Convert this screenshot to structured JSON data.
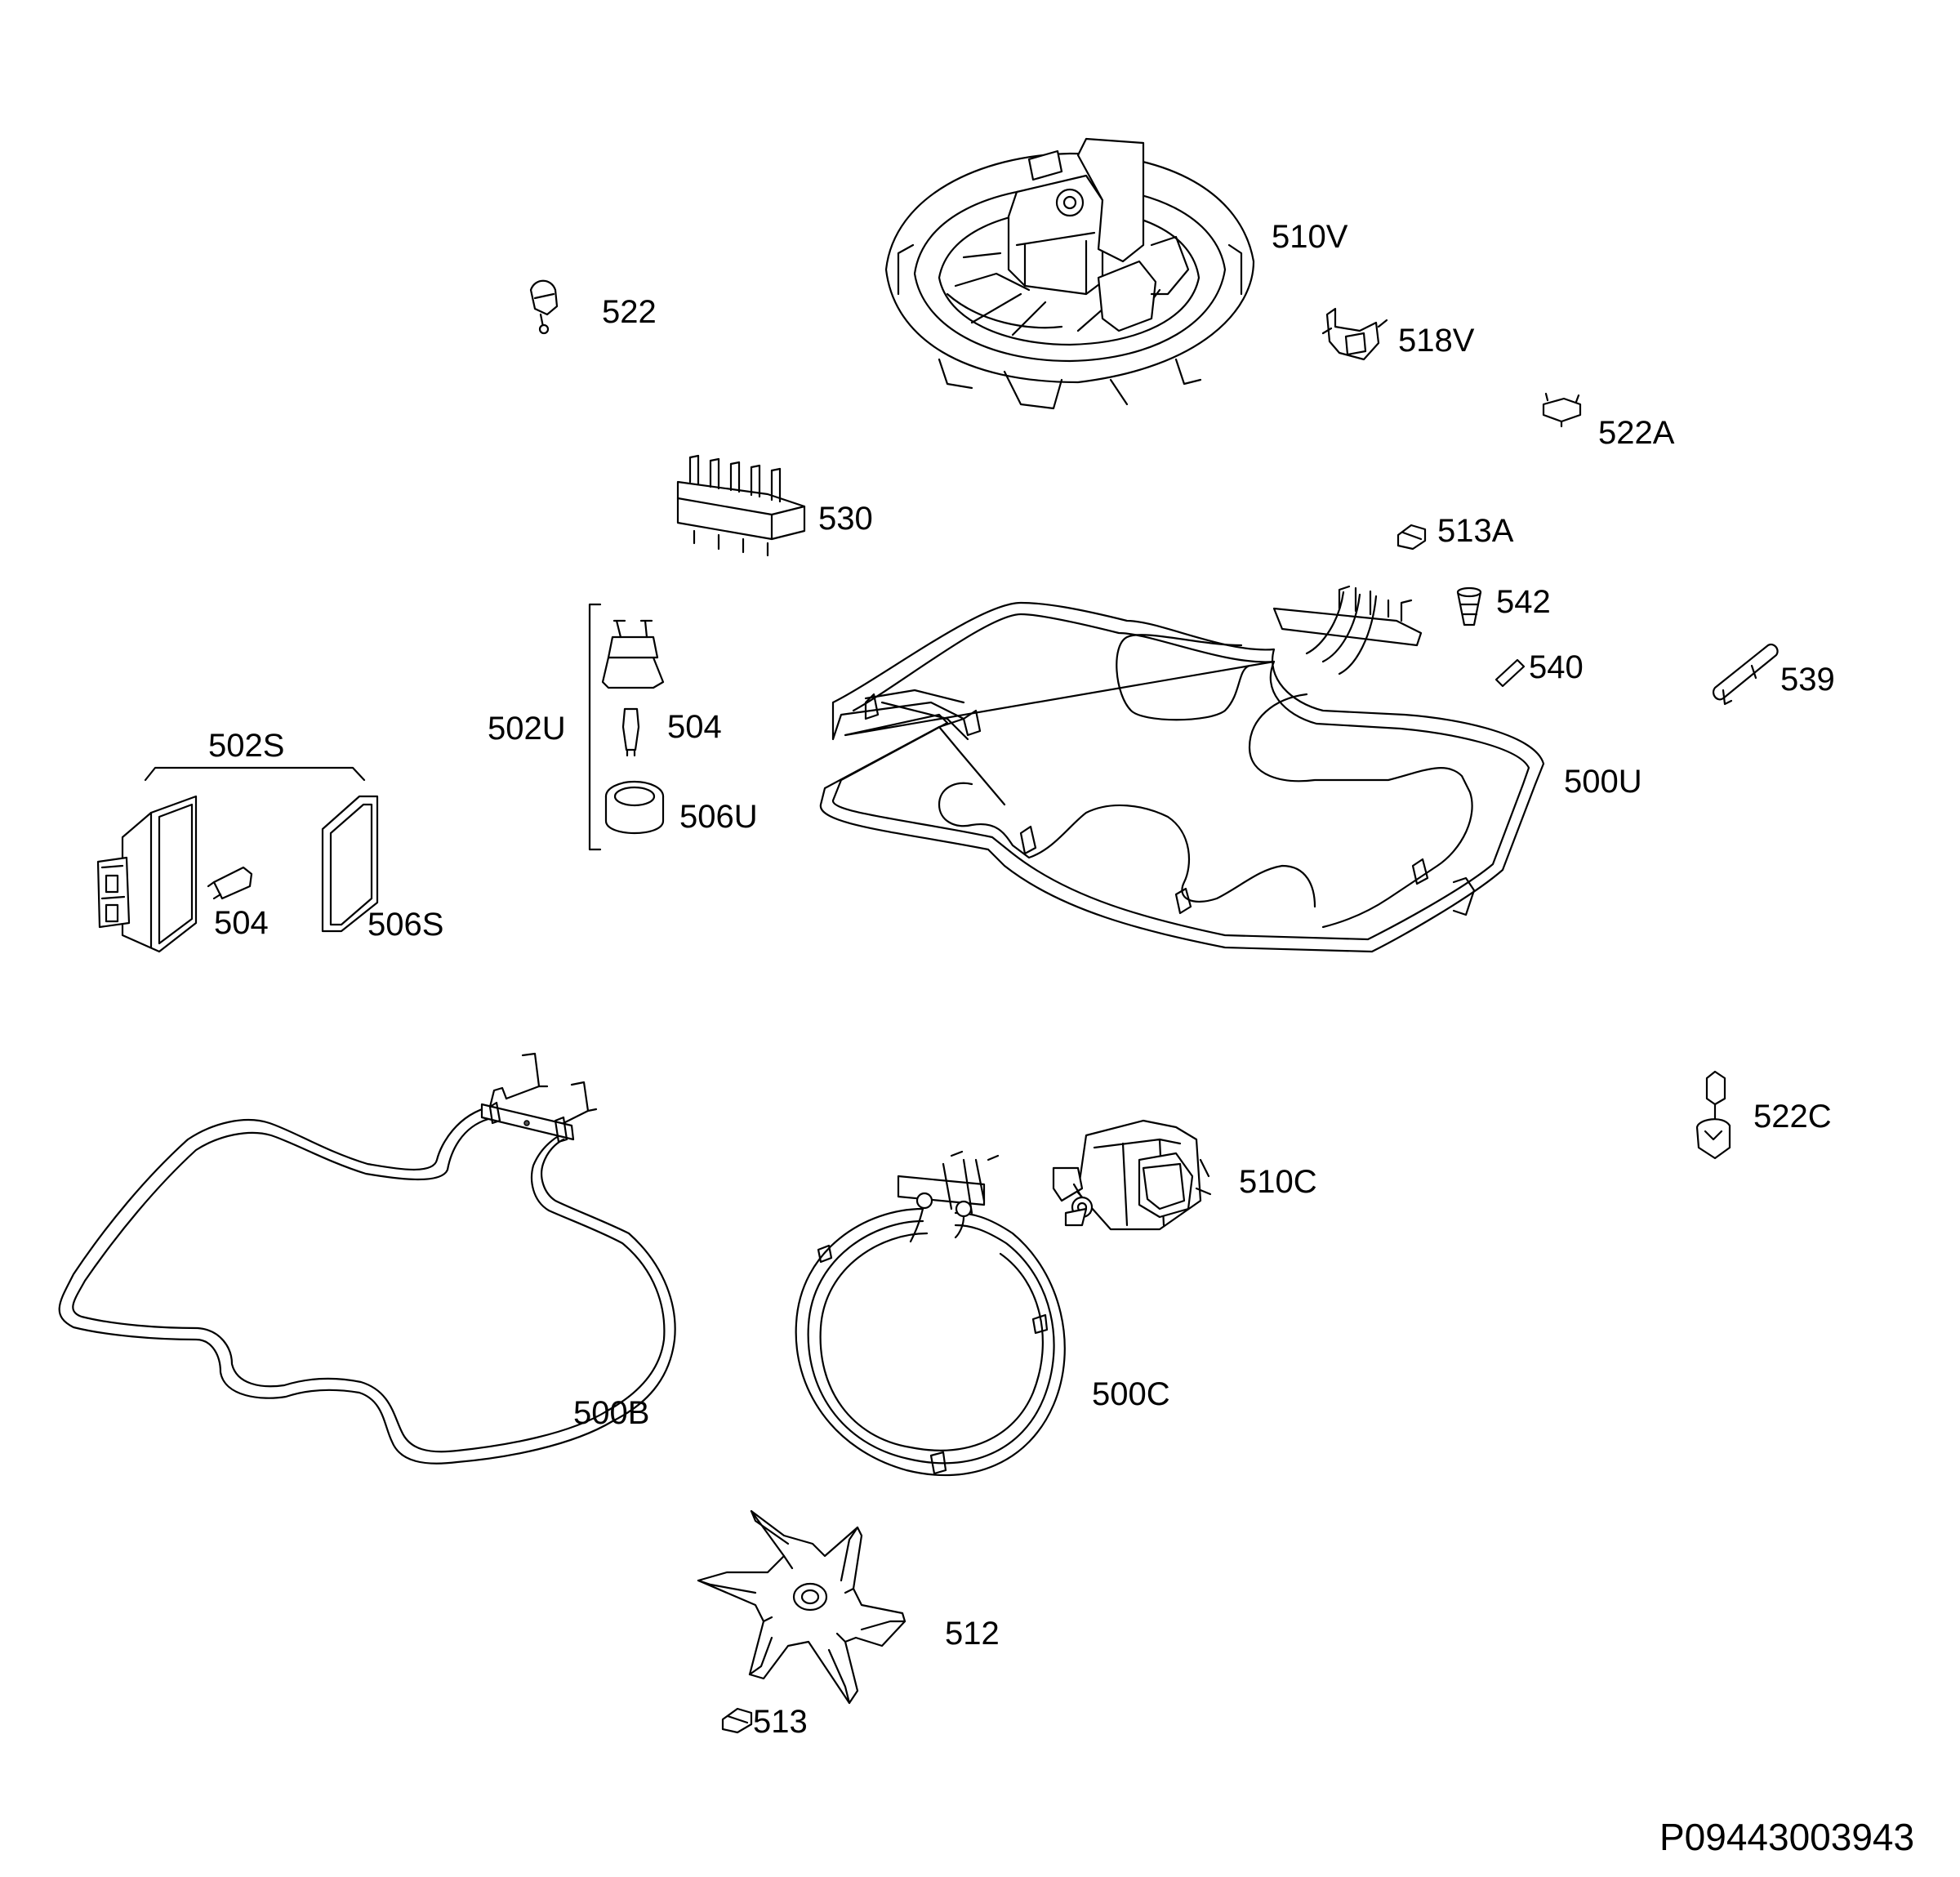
{
  "diagram": {
    "document_id": "P09443003943",
    "parts": [
      {
        "id": "p510V",
        "label": "510V"
      },
      {
        "id": "p522",
        "label": "522"
      },
      {
        "id": "p518V",
        "label": "518V"
      },
      {
        "id": "p522A",
        "label": "522A"
      },
      {
        "id": "p530",
        "label": "530"
      },
      {
        "id": "p513A",
        "label": "513A"
      },
      {
        "id": "p542",
        "label": "542"
      },
      {
        "id": "p540",
        "label": "540"
      },
      {
        "id": "p539",
        "label": "539"
      },
      {
        "id": "p502U",
        "label": "502U"
      },
      {
        "id": "p504a",
        "label": "504"
      },
      {
        "id": "p506U",
        "label": "506U"
      },
      {
        "id": "p502S",
        "label": "502S"
      },
      {
        "id": "p504b",
        "label": "504"
      },
      {
        "id": "p506S",
        "label": "506S"
      },
      {
        "id": "p500U",
        "label": "500U"
      },
      {
        "id": "p522C",
        "label": "522C"
      },
      {
        "id": "p510C",
        "label": "510C"
      },
      {
        "id": "p500B",
        "label": "500B"
      },
      {
        "id": "p500C",
        "label": "500C"
      },
      {
        "id": "p512",
        "label": "512"
      },
      {
        "id": "p513",
        "label": "513"
      }
    ]
  }
}
